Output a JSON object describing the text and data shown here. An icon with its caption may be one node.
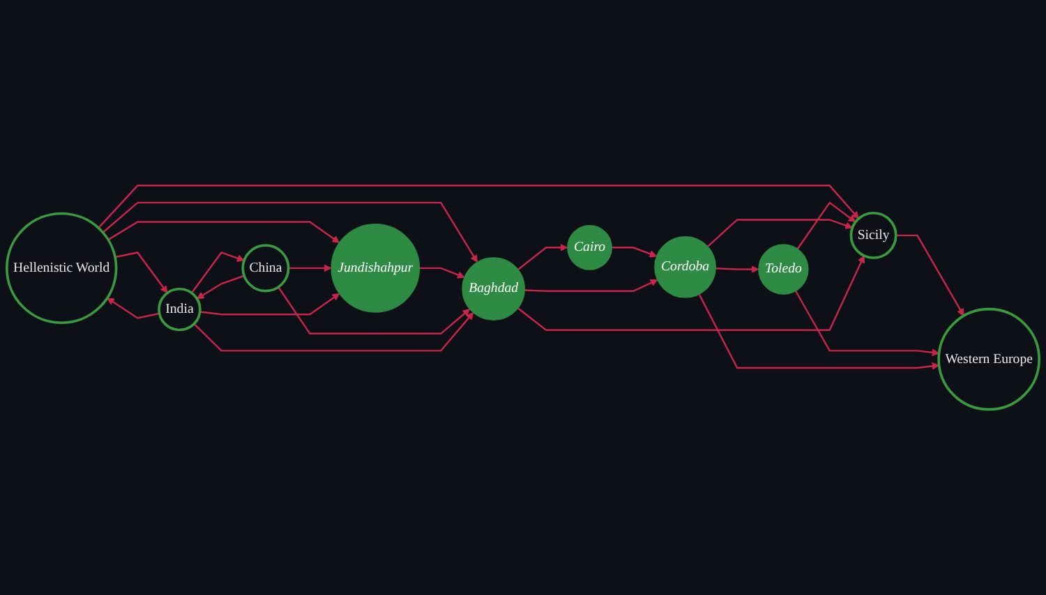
{
  "diagram": {
    "nodes": [
      {
        "text": [
          "Western Europe"
        ]
      },
      {
        "text": [
          "Sicily"
        ]
      },
      {
        "text": [
          "Hellenistic World"
        ]
      },
      {
        "text": [
          "Jundishahpur"
        ]
      },
      {
        "text": [
          "China"
        ]
      },
      {
        "text": [
          "Toledo"
        ]
      },
      {
        "text": [
          "Cordoba"
        ]
      },
      {
        "text": [
          "Baghdad"
        ]
      },
      {
        "text": [
          "India"
        ]
      },
      {
        "text": [
          "Cairo"
        ]
      }
    ],
    "edges": [
      {
        "from": 1,
        "to": 0,
        "arrow": "to"
      },
      {
        "from": 2,
        "to": 1,
        "arrow": "to"
      },
      {
        "from": 5,
        "to": 0,
        "arrow": "to"
      },
      {
        "from": 5,
        "to": 1,
        "arrow": "to"
      },
      {
        "from": 6,
        "to": 5,
        "arrow": "to"
      },
      {
        "from": 6,
        "to": 0,
        "arrow": "to"
      },
      {
        "from": 6,
        "to": 1,
        "arrow": "to"
      },
      {
        "from": 9,
        "to": 6,
        "arrow": "to"
      },
      {
        "from": 7,
        "to": 6,
        "arrow": "to"
      },
      {
        "from": 7,
        "to": 9,
        "arrow": "to"
      },
      {
        "from": 7,
        "to": 1,
        "arrow": "to"
      },
      {
        "from": 2,
        "to": 7,
        "arrow": "to"
      },
      {
        "from": 2,
        "to": 3,
        "arrow": "to"
      },
      {
        "from": 3,
        "to": 7,
        "arrow": "to"
      },
      {
        "from": 4,
        "to": 3,
        "arrow": "to"
      },
      {
        "from": 4,
        "to": 7,
        "arrow": "to"
      },
      {
        "from": 8,
        "to": 3,
        "arrow": "to"
      },
      {
        "from": 8,
        "to": 2,
        "arrow": "to"
      },
      {
        "from": 2,
        "to": 8,
        "arrow": "to"
      },
      {
        "from": 8,
        "to": 4,
        "arrow": "to"
      },
      {
        "from": 4,
        "to": 8,
        "arrow": "to"
      },
      {
        "from": 8,
        "to": 7,
        "arrow": "to"
      }
    ]
  }
}
